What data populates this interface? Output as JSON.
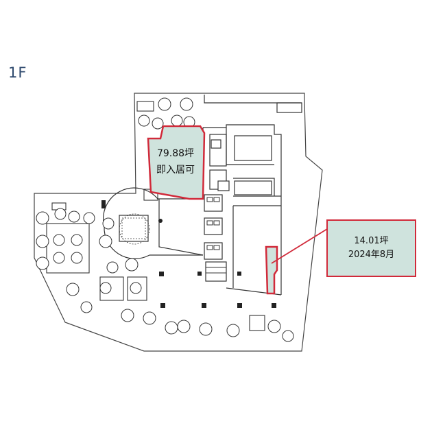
{
  "floor": {
    "label": "1F"
  },
  "units": [
    {
      "area": "79.88坪",
      "status": "即入居可",
      "highlight_fill": "#cfe3dd",
      "outline": "#d12a3a"
    },
    {
      "area": "14.01坪",
      "status": "2024年8月",
      "highlight_fill": "#cfe3dd",
      "outline": "#d12a3a"
    }
  ],
  "icons": {
    "tree": "tree-icon",
    "column": "column-icon",
    "elevator": "elevator-icon",
    "stairs": "stairs-icon"
  }
}
